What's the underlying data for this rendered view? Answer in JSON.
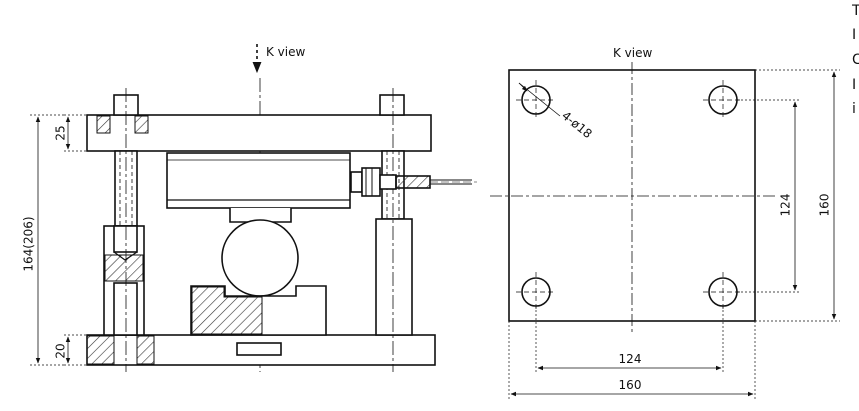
{
  "front_view": {
    "k_view_label": "K view",
    "dim_top_plate": "25",
    "dim_bottom_plate": "20",
    "dim_total_height": "164(206)"
  },
  "top_view": {
    "k_view_label": "K view",
    "hole_callout": "4-ø18",
    "dim_hole_spacing_h": "124",
    "dim_width": "160",
    "dim_hole_spacing_v": "124",
    "dim_height": "160"
  },
  "edge_text": [
    "T",
    "I",
    "C",
    "I",
    "i"
  ],
  "colors": {
    "line": "#111111",
    "fill": "#ffffff",
    "hatch": "#333333"
  }
}
